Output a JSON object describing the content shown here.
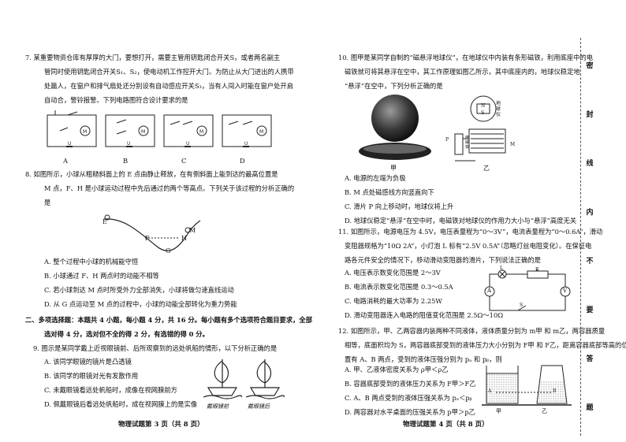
{
  "left": {
    "q7": {
      "lines": [
        "7. 某重要物资仓库有厚厚的大门，要想打开，需要主管用钥匙闭合开关S，或者两名副主",
        "管同时使用钥匙闭合开关S₁、S₂，使电动机工作控开大门。为防止从大门进出的人携带",
        "处篇人，在窗户和排气扇处还分别设有自动感应开关S₃，当有人闯入时能在窗户处开启",
        "自动合，警铃报警。下列电路图符合设计要求的是"
      ],
      "options": [
        "A",
        "B",
        "C",
        "D"
      ]
    },
    "q8": {
      "lines": [
        "8. 如图所示，小球从粗糙斜面上的 E 点由静止释放，在有侧斜面上能到达的最高位置是",
        "M 点，F、H 是小球运动过程中先后通过的两个等高点。下列关于该过程的分析正确的",
        "是"
      ],
      "figure_labels": [
        "E",
        "F",
        "H",
        "G",
        "M"
      ],
      "options": [
        "A. 整个过程中小球的机械能守恒",
        "B. 小球通过 F、H 两点时的动能不相等",
        "C. 若小球到达 M 点时所受外力全部消失，小球将做匀速直线运动",
        "D. 从 G 点运动至 M 点的过程中，小球的动能全部转化为重力势能"
      ]
    },
    "section2": [
      "二、多项选择题：本题共 4 小题，每小题 4 分，共 16 分。每小题有多个选项符合题目要求，全部",
      "选对得 4 分，选对但不全的得 2 分，有选错的得 0 分。"
    ],
    "q9": {
      "line": "9. 图示是某同学戴上近视眼镜前、后所观察到的远处帆船的情形，以下分析正确的是",
      "options": [
        "A. 该同学眼镜的镜片是凸透镜",
        "B. 该同学的眼镜对光有发散作用",
        "C. 未戴眼镜看远处帆船时，成像在视网膜前方",
        "D. 佩戴眼镜后看远处帆船时，成在视网膜上的是实像"
      ],
      "captions": [
        "戴眼镜前",
        "戴眼镜后"
      ]
    },
    "footer": "物理试题第 3 页（共 8 页）"
  },
  "right": {
    "q10": {
      "lines": [
        "10. 图甲是某同学自制的“磁悬浮地球仪”，在地球仪中内装有条形磁铁，利用底座中的电",
        "磁铁就可将其悬浮在空中，其工作原理如图乙所示，其中底座内的，地球仪稳定地",
        "“悬浮”在空中，下列分析正确的是"
      ],
      "figure_labels": {
        "jia": "甲",
        "yi": "乙",
        "globe": "地球仪",
        "n": "N",
        "s": "S",
        "p": "P",
        "m": "M",
        "coil": "电磁铁"
      },
      "options": [
        "A. 电源的左端为负极",
        "B. M 点处磁感线方向竖直向下",
        "C. 滑片 P 向上移动时，地球仪将上升",
        "D. 地球仪稳定“悬浮”在空中时，电磁铁对地球仪的作用力大小与“悬浮”高度无关"
      ]
    },
    "q11": {
      "lines": [
        "11. 如图所示，电源电压为 4.5V，电压表量程为“0～3V”，电流表量程为“0～0.6A”，滑动",
        "变阻器规格为“10Ω 2A”，小灯泡 L 标有“2.5V 0.5A”（忽略灯丝电阻变化）。在保证电",
        "路各元件安全的情况下，移动滑动变阻器的滑片，下列说法正确的是"
      ],
      "options": [
        "A. 电压表示数变化范围是 2～3V",
        "B. 电流表示数变化范围是 0.3～0.5A",
        "C. 电路消耗的最大功率为 2.25W",
        "D. 滑动变阻器连入电路的阻值变化范围是 2.5Ω～10Ω"
      ],
      "figure_labels": [
        "L",
        "R",
        "A",
        "V",
        "S"
      ]
    },
    "q12": {
      "lines": [
        "12. 如图所示，甲、乙两容器内装两种不同液体，液体质量分别为 m甲 和 m乙，两容器质量",
        "相等，底面积均为 S，两容器底部受到的液体压力大小分别为 F甲 和 F乙，距离容器底部等高的位",
        "置有 A、B 两点，受到的液体压强分别为 pₐ 和 pᵦ，则"
      ],
      "options": [
        "A. 甲、乙液体密度关系为 ρ甲＜ρ乙",
        "B. 容器底部受到的液体压力关系为 F甲＞F乙",
        "C. A、B 两点受到的液体压强关系为 pₐ＜pᵦ",
        "D. 两容器对水平桌面的压强关系为 p甲＞p乙"
      ],
      "figure_labels": [
        "A",
        "B",
        "甲",
        "乙"
      ]
    },
    "footer": "物理试题第 4 页（共 8 页）"
  },
  "seal_chars": [
    "密",
    "封",
    "线",
    "内",
    "不",
    "要",
    "答",
    "题"
  ]
}
